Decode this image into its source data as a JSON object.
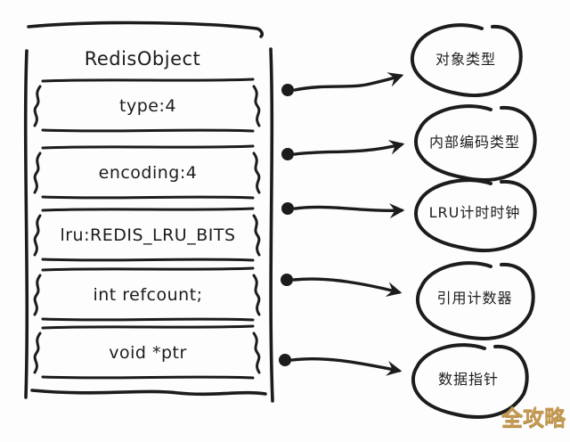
{
  "object_box": {
    "title": "RedisObject"
  },
  "rows": [
    {
      "field": "type:4",
      "annotation": "对象类型"
    },
    {
      "field": "encoding:4",
      "annotation": "内部编码类型"
    },
    {
      "field": "lru:REDIS_LRU_BITS",
      "annotation": "LRU计时时钟"
    },
    {
      "field": "int refcount;",
      "annotation": "引用计数器"
    },
    {
      "field": "void *ptr",
      "annotation": "数据指针"
    }
  ],
  "watermark": "全攻略",
  "colors": {
    "ink": "#1c1c1c",
    "watermark_gold": "#c59a52",
    "background": "#fdfdfd"
  }
}
